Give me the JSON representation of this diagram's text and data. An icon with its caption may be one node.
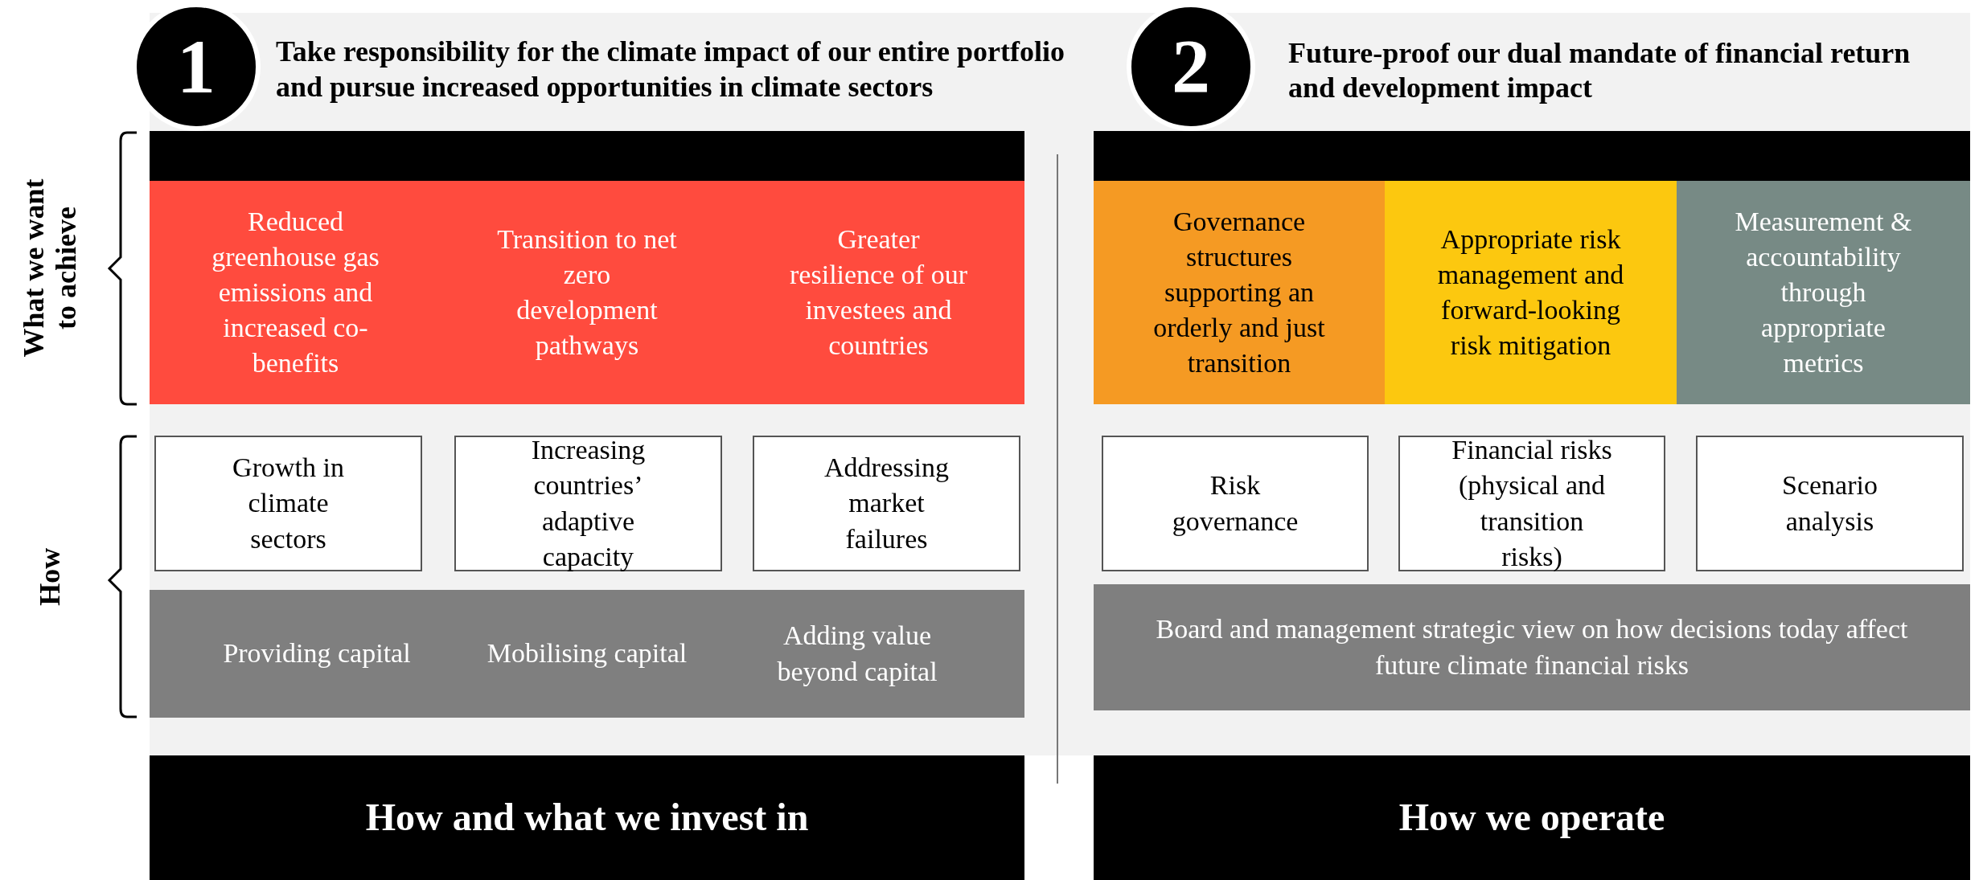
{
  "diagram": {
    "nodes": [
      {
        "text": [
          "1"
        ],
        "beside": [
          "Take responsibility for the climate impact of our entire portfolio and pursue increased opportunities in climate sectors"
        ]
      },
      {
        "text": [
          "2"
        ],
        "beside": [
          "Future-proof our dual mandate of financial return and development impact"
        ]
      },
      {
        "text": [],
        "shape": "bar"
      },
      {
        "text": [
          "Reduced greenhouse gas emissions and increased co-benefits"
        ]
      },
      {
        "text": [
          "Transition to net zero development pathways"
        ]
      },
      {
        "text": [
          "Greater resilience of our investees and countries"
        ]
      },
      {
        "text": [],
        "shape": "bar"
      },
      {
        "text": [
          "Governance structures supporting an orderly and just transition"
        ]
      },
      {
        "text": [
          "Appropriate risk management and forward-looking risk mitigation"
        ]
      },
      {
        "text": [
          "Measurement & accountability through appropriate metrics"
        ]
      },
      {
        "text": [
          "Growth in climate sectors"
        ]
      },
      {
        "text": [
          "Increasing countries’ adaptive capacity"
        ]
      },
      {
        "text": [
          "Addressing market failures"
        ]
      },
      {
        "text": [
          "Providing capital",
          "Mobilising capital",
          "Adding value beyond capital"
        ]
      },
      {
        "text": [
          "Risk governance"
        ]
      },
      {
        "text": [
          "Financial risks (physical and transition risks)"
        ]
      },
      {
        "text": [
          "Scenario analysis"
        ]
      },
      {
        "text": [
          "Board and management strategic view on how decisions today affect future climate financial risks"
        ]
      },
      {
        "text": [
          "How and what we invest in"
        ]
      },
      {
        "text": [
          "How we operate"
        ]
      }
    ],
    "labels": [
      "What we want to achieve",
      "How"
    ]
  }
}
